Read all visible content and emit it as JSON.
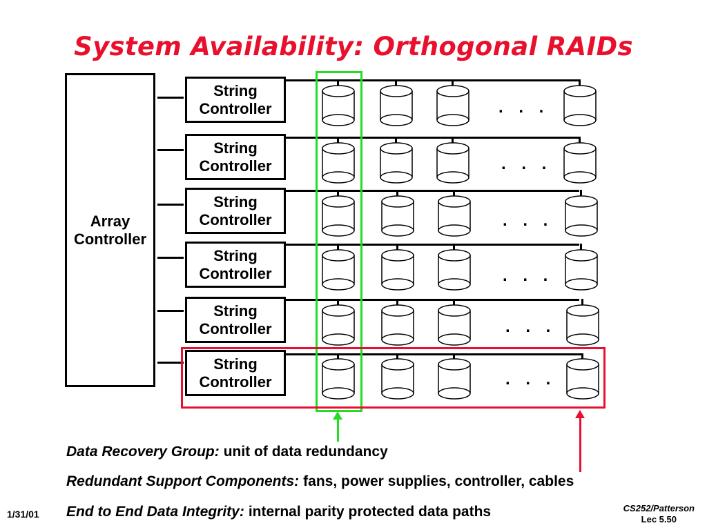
{
  "slide": {
    "title": "System Availability: Orthogonal RAIDs",
    "title_color": "#e8102c"
  },
  "diagram": {
    "array_controller": [
      "Array",
      "Controller"
    ],
    "string_controllers": [
      [
        "String",
        "Controller"
      ],
      [
        "String",
        "Controller"
      ],
      [
        "String",
        "Controller"
      ],
      [
        "String",
        "Controller"
      ],
      [
        "String",
        "Controller"
      ],
      [
        "String",
        "Controller"
      ]
    ],
    "ellipsis": ". . .",
    "highlight_colors": {
      "data_recovery_group": "#22dd22",
      "redundant_support": "#e81030"
    }
  },
  "bullets": [
    {
      "term": "Data Recovery Group:",
      "text": "unit of data redundancy"
    },
    {
      "term": "Redundant Support Components:",
      "text": "fans, power supplies, controller, cables"
    },
    {
      "term": "End to End Data Integrity:",
      "text": "internal parity protected data paths"
    }
  ],
  "footer": {
    "date": "1/31/01",
    "course": "CS252/Patterson",
    "lecture": "Lec 5.50"
  }
}
